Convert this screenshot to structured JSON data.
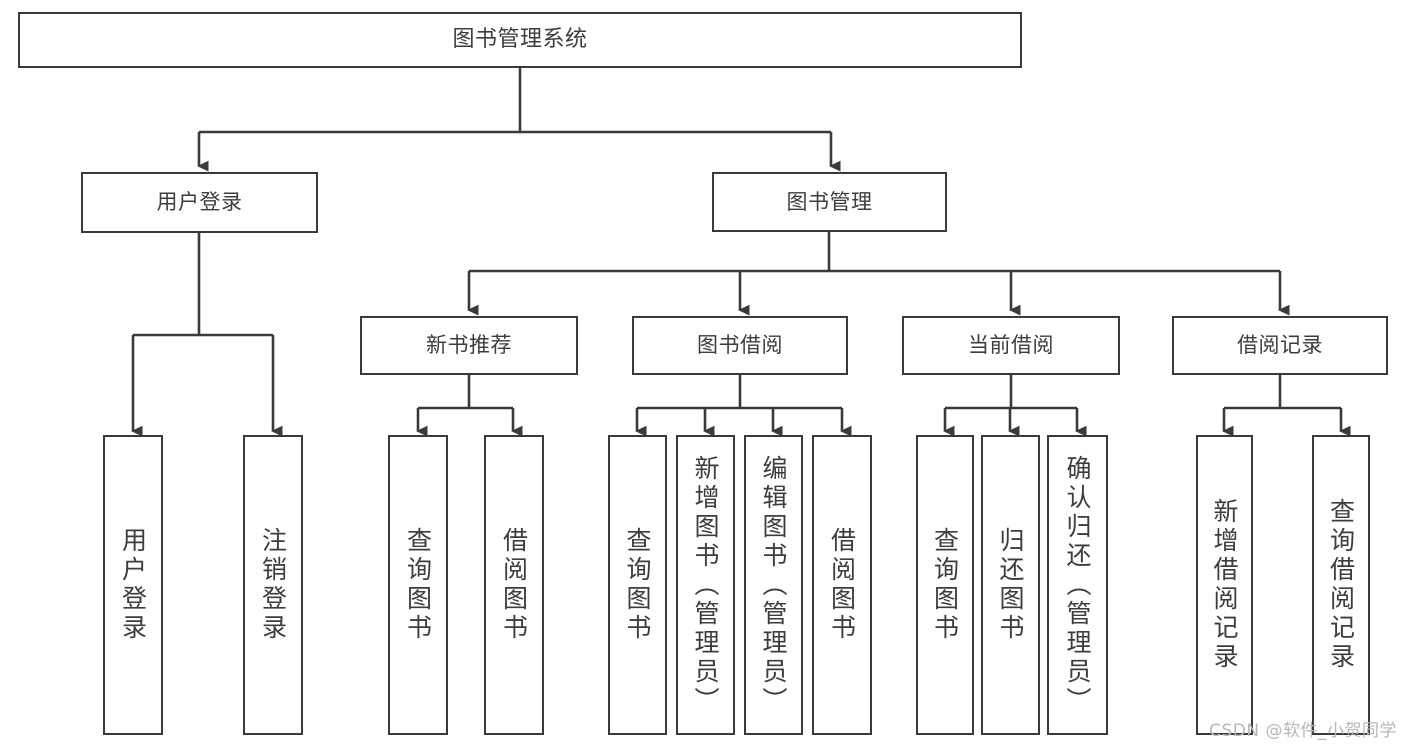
{
  "diagram": {
    "title": "图书管理系统",
    "type": "tree",
    "watermark": "CSDN @软件_小贺同学",
    "colors": {
      "border": "#3a3a3a",
      "text": "#3d3d3d",
      "background": "#ffffff",
      "edge": "#3a3a3a",
      "watermark": "#b8b8b8"
    },
    "nodes": {
      "root": {
        "label": "图书管理系统"
      },
      "level1": [
        {
          "id": "user-login",
          "label": "用户登录"
        },
        {
          "id": "book-management",
          "label": "图书管理"
        }
      ],
      "level2": [
        {
          "id": "new-book-recommend",
          "label": "新书推荐"
        },
        {
          "id": "book-borrow",
          "label": "图书借阅"
        },
        {
          "id": "current-borrow",
          "label": "当前借阅"
        },
        {
          "id": "borrow-record",
          "label": "借阅记录"
        }
      ],
      "leaves": {
        "user-login": [
          {
            "id": "leaf-user-login",
            "label": "用户登录"
          },
          {
            "id": "leaf-user-logout",
            "label": "注销登录"
          }
        ],
        "new-book-recommend": [
          {
            "id": "leaf-query-book-1",
            "label": "查询图书"
          },
          {
            "id": "leaf-borrow-book-1",
            "label": "借阅图书"
          }
        ],
        "book-borrow": [
          {
            "id": "leaf-query-book-2",
            "label": "查询图书"
          },
          {
            "id": "leaf-add-book",
            "label": "新增图书（管理员）"
          },
          {
            "id": "leaf-edit-book",
            "label": "编辑图书（管理员）"
          },
          {
            "id": "leaf-borrow-book-2",
            "label": "借阅图书"
          }
        ],
        "current-borrow": [
          {
            "id": "leaf-query-book-3",
            "label": "查询图书"
          },
          {
            "id": "leaf-return-book",
            "label": "归还图书"
          },
          {
            "id": "leaf-confirm-return",
            "label": "确认归还（管理员）"
          }
        ],
        "borrow-record": [
          {
            "id": "leaf-add-record",
            "label": "新增借阅记录"
          },
          {
            "id": "leaf-query-record",
            "label": "查询借阅记录"
          }
        ]
      }
    }
  }
}
